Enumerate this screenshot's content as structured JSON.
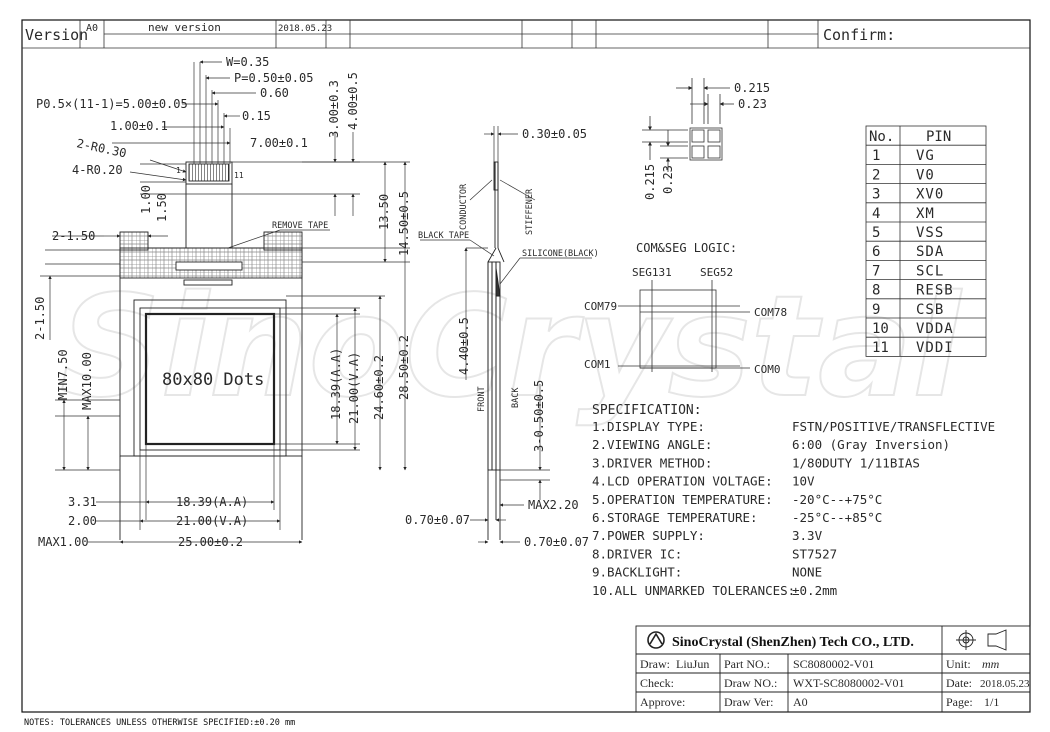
{
  "revision": {
    "version_label": "Version",
    "rev": "A0",
    "desc": "new version",
    "date": "2018.05.23",
    "confirm_label": "Confirm:"
  },
  "notes": "NOTES: TOLERANCES UNLESS OTHERWISE SPECIFIED:±0.20 mm",
  "watermark": "SinoCrystal",
  "dims": {
    "w": "W=0.35",
    "p": "P=0.50±0.05",
    "d060": "0.60",
    "p05": "P0.5×(11-1)=5.00±0.05",
    "d100": "1.00±0.1",
    "d015": "0.15",
    "r030": "2-R0.30",
    "d700": "7.00±0.1",
    "r020": "4-R0.20",
    "v100": "1.00",
    "v150": "1.50",
    "pin1": "1",
    "pin11": "11",
    "d300": "3.00±0.3",
    "d400": "4.00±0.5",
    "d1350": "13.50",
    "d1450": "14.50±0.5",
    "remove_tape": "REMOVE TAPE",
    "d2_150": "2-1.50",
    "v2_150": "2-1.50",
    "min750": "MIN7.50",
    "max1000": "MAX10.00",
    "dots": "80x80 Dots",
    "v1839": "18.39(A.A)",
    "v2100": "21.00(V.A)",
    "v2460": "24.60±0.2",
    "v2850": "28.50±0.2",
    "d331": "3.31",
    "d200": "2.00",
    "max100": "MAX1.00",
    "h1839": "18.39(A.A)",
    "h2100": "21.00(V.A)",
    "h2500": "25.00±0.2"
  },
  "side": {
    "d030": "0.30±0.05",
    "conductor": "CONDUCTOR",
    "stiffener": "STIFFENER",
    "black_tape": "BLACK TAPE",
    "silicone": "SILICONE(BLACK)",
    "d440": "4.40±0.5",
    "d3050": "3-0.50±0.5",
    "front": "FRONT",
    "back": "BACK",
    "max220": "MAX2.20",
    "d070a": "0.70±0.07",
    "d070b": "0.70±0.07"
  },
  "pixel": {
    "d0215h": "0.215",
    "d023h": "0.23",
    "d0215v": "0.215",
    "d023v": "0.23"
  },
  "logic": {
    "title": "COM&SEG LOGIC:",
    "seg131": "SEG131",
    "seg52": "SEG52",
    "com79": "COM79",
    "com78": "COM78",
    "com1": "COM1",
    "com0": "COM0"
  },
  "pins": {
    "head_no": "No.",
    "head_pin": "PIN",
    "rows": [
      [
        "1",
        "VG"
      ],
      [
        "2",
        "V0"
      ],
      [
        "3",
        "XV0"
      ],
      [
        "4",
        "XM"
      ],
      [
        "5",
        "VSS"
      ],
      [
        "6",
        "SDA"
      ],
      [
        "7",
        "SCL"
      ],
      [
        "8",
        "RESB"
      ],
      [
        "9",
        "CSB"
      ],
      [
        "10",
        "VDDA"
      ],
      [
        "11",
        "VDDI"
      ]
    ]
  },
  "spec": {
    "title": "SPECIFICATION:",
    "rows": [
      [
        "1.DISPLAY TYPE:",
        "FSTN/POSITIVE/TRANSFLECTIVE"
      ],
      [
        "2.VIEWING ANGLE:",
        "6:00 (Gray Inversion)"
      ],
      [
        "3.DRIVER METHOD:",
        "1/80DUTY  1/11BIAS"
      ],
      [
        "4.LCD OPERATION VOLTAGE:",
        "10V"
      ],
      [
        "5.OPERATION TEMPERATURE:",
        "-20°C--+75°C"
      ],
      [
        "6.STORAGE TEMPERATURE:",
        "-25°C--+85°C"
      ],
      [
        "7.POWER SUPPLY:",
        "3.3V"
      ],
      [
        "8.DRIVER IC:",
        "ST7527"
      ],
      [
        "9.BACKLIGHT:",
        "NONE"
      ],
      [
        "10.ALL UNMARKED TOLERANCES:",
        "±0.2mm"
      ]
    ]
  },
  "title_block": {
    "company": "SinoCrystal (ShenZhen) Tech CO., LTD.",
    "draw_label": "Draw:",
    "draw_val": "LiuJun",
    "part_label": "Part NO.:",
    "part_val": "SC8080002-V01",
    "unit_label": "Unit:",
    "unit_val": "mm",
    "check_label": "Check:",
    "drawno_label": "Draw NO.:",
    "drawno_val": "WXT-SC8080002-V01",
    "date_label": "Date:",
    "date_val": "2018.05.23",
    "approve_label": "Approve:",
    "drawver_label": "Draw Ver:",
    "drawver_val": "A0",
    "page_label": "Page:",
    "page_val": "1/1"
  }
}
